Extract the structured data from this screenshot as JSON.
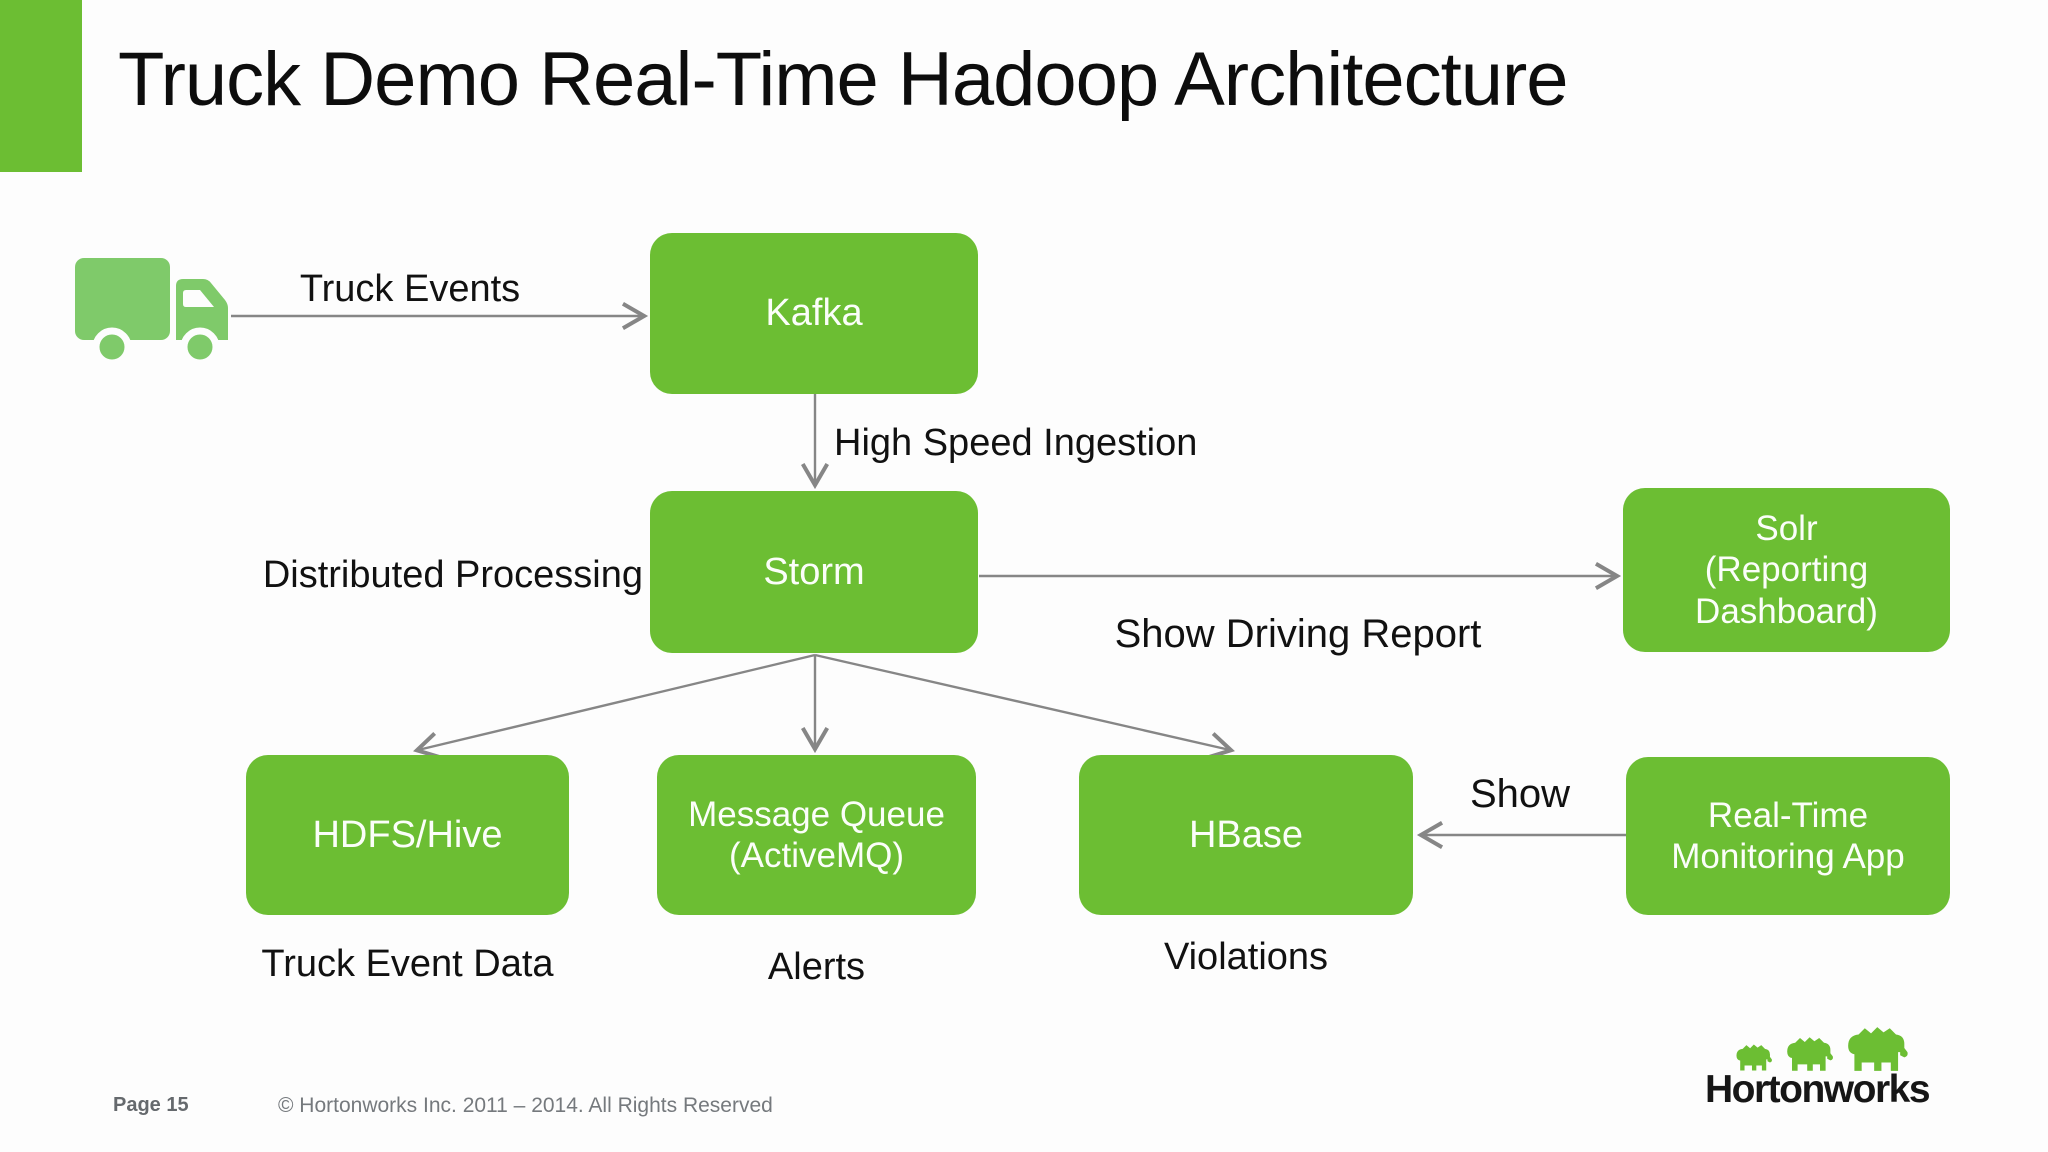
{
  "slide": {
    "title": "Truck Demo Real-Time Hadoop Architecture"
  },
  "nodes": {
    "kafka": {
      "label": "Kafka"
    },
    "storm": {
      "label": "Storm"
    },
    "solr": {
      "label": "Solr\n(Reporting\nDashboard)"
    },
    "hdfs_hive": {
      "label": "HDFS/Hive"
    },
    "message_queue": {
      "label": "Message Queue\n(ActiveMQ)"
    },
    "hbase": {
      "label": "HBase"
    },
    "monitoring_app": {
      "label": "Real-Time\nMonitoring App"
    }
  },
  "edge_labels": {
    "truck_events": "Truck Events",
    "high_speed_ingestion": "High Speed Ingestion",
    "distributed_processing": "Distributed Processing",
    "show_driving_report": "Show Driving Report",
    "show": "Show"
  },
  "annotations": {
    "truck_event_data": "Truck Event Data",
    "alerts": "Alerts",
    "violations": "Violations"
  },
  "footer": {
    "page_label": "Page 15",
    "copyright": "© Hortonworks Inc. 2011 – 2014. All Rights Reserved",
    "logo_text": "Hortonworks"
  },
  "icons": {
    "truck": "truck-icon",
    "elephants": "hortonworks-elephants-logo"
  },
  "colors": {
    "node_green": "#6cbe33",
    "truck_green": "#7fca6a",
    "arrow_gray": "#868686",
    "accent_bar_green": "#6cbe33",
    "title_black": "#0d0d0d",
    "footer_gray": "#75797d"
  }
}
